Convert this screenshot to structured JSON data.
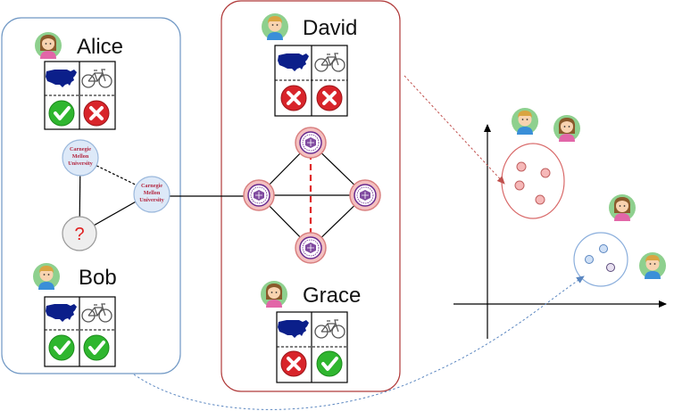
{
  "colors": {
    "left_panel_border": "#6f97c4",
    "middle_panel_border": "#b03a3a",
    "pink_node_fill": "#f4c0c0",
    "pink_node_stroke": "#d98080",
    "purple_seal": "#6a2c8f",
    "blue_node_fill": "#dde9f8",
    "blue_node_stroke": "#9bb8dc",
    "red_dashed_edge": "#e02a2a",
    "check_green": "#2fb62f",
    "cross_red": "#d8242a"
  },
  "left_panel": {
    "alice": {
      "name": "Alice",
      "avatar": "girl-avatar-icon",
      "row1": [
        "usa-map-icon",
        "bicycle-icon"
      ],
      "row2": [
        "check",
        "cross"
      ]
    },
    "cmu_graph": {
      "node_label_lines": [
        "Carnegie",
        "Mellon",
        "University"
      ],
      "unknown_node": "?"
    },
    "bob": {
      "name": "Bob",
      "avatar": "boy-avatar-icon",
      "row1": [
        "usa-map-icon",
        "bicycle-icon"
      ],
      "row2": [
        "check",
        "check"
      ]
    }
  },
  "middle_panel": {
    "david": {
      "name": "David",
      "avatar": "boy-avatar-icon",
      "row1": [
        "usa-map-icon",
        "bicycle-icon"
      ],
      "row2": [
        "cross",
        "cross"
      ]
    },
    "graph": {
      "node_icon": "university-seal-icon",
      "dashed_edge": "top-bottom"
    },
    "grace": {
      "name": "Grace",
      "avatar": "girl-avatar-icon",
      "row1": [
        "usa-map-icon",
        "bicycle-icon"
      ],
      "row2": [
        "cross",
        "check"
      ]
    }
  },
  "embedding": {
    "cluster_red": {
      "avatars": [
        "boy-avatar-icon",
        "girl-avatar-icon"
      ],
      "points": 4
    },
    "cluster_blue": {
      "avatars": [
        "girl-avatar-icon",
        "boy-avatar-icon"
      ],
      "points": 3
    }
  }
}
